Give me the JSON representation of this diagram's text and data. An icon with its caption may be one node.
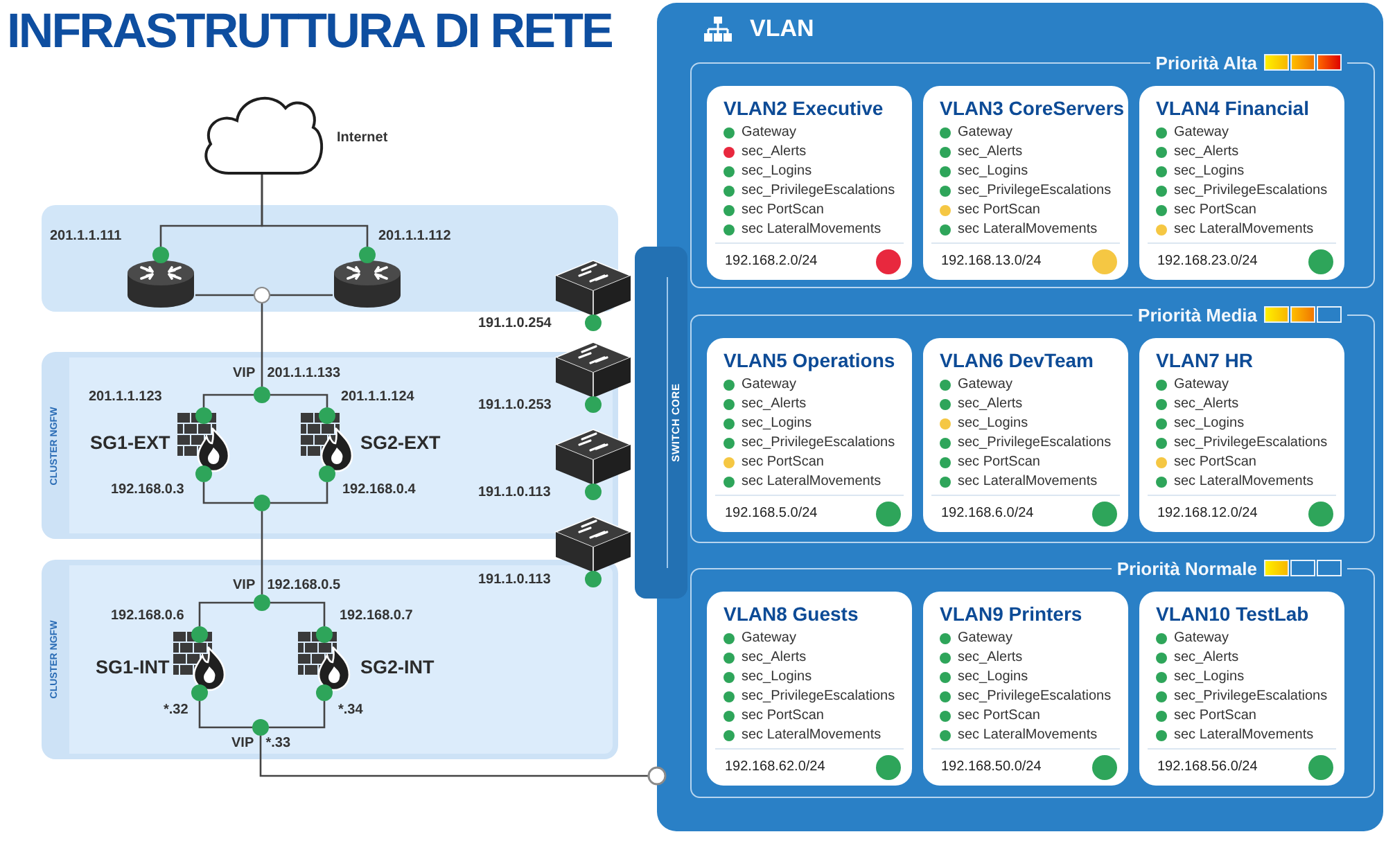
{
  "diagram": {
    "title": "INFRASTRUTTURA DI RETE",
    "nodes": [
      {
        "text": [],
        "shape": "cloud",
        "beside": [
          "Internet"
        ]
      },
      {
        "text": [],
        "shape": "box"
      },
      {
        "text": [],
        "shape": "cylinder",
        "beside": [
          "201.1.1.111"
        ],
        "in": 1
      },
      {
        "text": [],
        "shape": "cylinder",
        "beside": [
          "201.1.1.112"
        ],
        "in": 1
      },
      {
        "text": [],
        "shape": "circle",
        "in": 1
      },
      {
        "text": [
          "CLUSTER NGFW"
        ]
      },
      {
        "text": [],
        "shape": "circle",
        "beside": [
          "VIP 201.1.1.133"
        ],
        "in": 5
      },
      {
        "text": [],
        "shape": "picture",
        "beside": [
          "201.1.1.123",
          "SG1-EXT",
          "192.168.0.3"
        ],
        "in": 5
      },
      {
        "text": [],
        "shape": "picture",
        "beside": [
          "201.1.1.124",
          "SG2-EXT",
          "192.168.0.4"
        ],
        "in": 5
      },
      {
        "text": [],
        "shape": "circle",
        "in": 5
      },
      {
        "text": [
          "CLUSTER NGFW"
        ]
      },
      {
        "text": [],
        "shape": "circle",
        "beside": [
          "VIP 192.168.0.5"
        ],
        "in": 10
      },
      {
        "text": [],
        "shape": "picture",
        "beside": [
          "192.168.0.6",
          "SG1-INT",
          "*.32"
        ],
        "in": 10
      },
      {
        "text": [],
        "shape": "picture",
        "beside": [
          "192.168.0.7",
          "SG2-INT",
          "*.34"
        ],
        "in": 10
      },
      {
        "text": [],
        "shape": "circle",
        "beside": [
          "VIP *.33"
        ],
        "in": 10
      },
      {
        "text": [
          "SWITCH CORE"
        ]
      },
      {
        "text": [],
        "shape": "picture",
        "beside": [
          "191.1.0.254"
        ]
      },
      {
        "text": [],
        "shape": "picture",
        "beside": [
          "191.1.0.253"
        ]
      },
      {
        "text": [],
        "shape": "picture",
        "beside": [
          "191.1.0.113"
        ]
      },
      {
        "text": [],
        "shape": "picture",
        "beside": [
          "191.1.0.113"
        ]
      },
      {
        "text": [
          "VLAN"
        ]
      },
      {
        "text": [
          "Priorità Alta"
        ],
        "in": 20
      },
      {
        "text": [
          "VLAN2 Executive",
          "Gateway",
          "sec_Alerts",
          "sec_Logins",
          "sec_PrivilegeEscalations",
          "sec PortScan",
          "sec LateralMovements",
          "192.168.2.0/24"
        ],
        "in": 21
      },
      {
        "text": [
          "VLAN3 CoreServers",
          "Gateway",
          "sec_Alerts",
          "sec_Logins",
          "sec_PrivilegeEscalations",
          "sec PortScan",
          "sec LateralMovements",
          "192.168.13.0/24"
        ],
        "in": 21
      },
      {
        "text": [
          "VLAN4 Financial",
          "Gateway",
          "sec_Alerts",
          "sec_Logins",
          "sec_PrivilegeEscalations",
          "sec PortScan",
          "sec LateralMovements",
          "192.168.23.0/24"
        ],
        "in": 21
      },
      {
        "text": [
          "Priorità Media"
        ],
        "in": 20
      },
      {
        "text": [
          "VLAN5 Operations",
          "Gateway",
          "sec_Alerts",
          "sec_Logins",
          "sec_PrivilegeEscalations",
          "sec PortScan",
          "sec LateralMovements",
          "192.168.5.0/24"
        ],
        "in": 25
      },
      {
        "text": [
          "VLAN6 DevTeam",
          "Gateway",
          "sec_Alerts",
          "sec_Logins",
          "sec_PrivilegeEscalations",
          "sec PortScan",
          "sec LateralMovements",
          "192.168.6.0/24"
        ],
        "in": 25
      },
      {
        "text": [
          "VLAN7 HR",
          "Gateway",
          "sec_Alerts",
          "sec_Logins",
          "sec_PrivilegeEscalations",
          "sec PortScan",
          "sec LateralMovements",
          "192.168.12.0/24"
        ],
        "in": 25
      },
      {
        "text": [
          "Priorità Normale"
        ],
        "in": 20
      },
      {
        "text": [
          "VLAN8 Guests",
          "Gateway",
          "sec_Alerts",
          "sec_Logins",
          "sec_PrivilegeEscalations",
          "sec PortScan",
          "sec LateralMovements",
          "192.168.62.0/24"
        ],
        "in": 29
      },
      {
        "text": [
          "VLAN9 Printers",
          "Gateway",
          "sec_Alerts",
          "sec_Logins",
          "sec_PrivilegeEscalations",
          "sec PortScan",
          "sec LateralMovements",
          "192.168.50.0/24"
        ],
        "in": 29
      },
      {
        "text": [
          "VLAN10 TestLab",
          "Gateway",
          "sec_Alerts",
          "sec_Logins",
          "sec_PrivilegeEscalations",
          "sec PortScan",
          "sec LateralMovements",
          "192.168.56.0/24"
        ],
        "in": 29
      }
    ],
    "edges": [
      {
        "from": 0,
        "to": 2,
        "arrow": "none"
      },
      {
        "from": 0,
        "to": 3,
        "arrow": "none"
      },
      {
        "from": 2,
        "to": 4,
        "arrow": "none"
      },
      {
        "from": 3,
        "to": 4,
        "arrow": "none"
      },
      {
        "from": 4,
        "to": 6,
        "arrow": "none"
      },
      {
        "from": 6,
        "to": 7,
        "arrow": "none"
      },
      {
        "from": 6,
        "to": 8,
        "arrow": "none"
      },
      {
        "from": 7,
        "to": 9,
        "arrow": "none"
      },
      {
        "from": 8,
        "to": 9,
        "arrow": "none"
      },
      {
        "from": 9,
        "to": 11,
        "arrow": "none"
      },
      {
        "from": 11,
        "to": 12,
        "arrow": "none"
      },
      {
        "from": 11,
        "to": 13,
        "arrow": "none"
      },
      {
        "from": 12,
        "to": 14,
        "arrow": "none"
      },
      {
        "from": 13,
        "to": 14,
        "arrow": "none"
      },
      {
        "from": 14,
        "to": 20,
        "arrow": "other"
      }
    ]
  }
}
